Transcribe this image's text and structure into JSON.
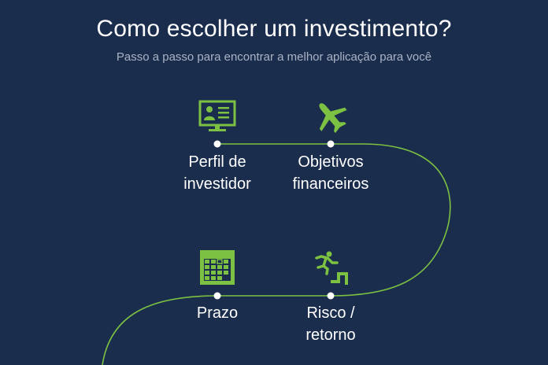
{
  "header": {
    "title": "Como escolher um investimento?",
    "subtitle": "Passo a passo para encontrar a melhor aplicação para você"
  },
  "steps": [
    {
      "line1": "Perfil de",
      "line2": "investidor",
      "icon": "monitor-profile-icon"
    },
    {
      "line1": "Objetivos",
      "line2": "financeiros",
      "icon": "airplane-icon"
    },
    {
      "line1": "Prazo",
      "line2": "",
      "icon": "calendar-icon"
    },
    {
      "line1": "Risco /",
      "line2": "retorno",
      "icon": "stairs-runner-icon"
    }
  ],
  "colors": {
    "background": "#1b2d4d",
    "accent": "#7cc142",
    "subtitle": "#a9b3c4"
  }
}
